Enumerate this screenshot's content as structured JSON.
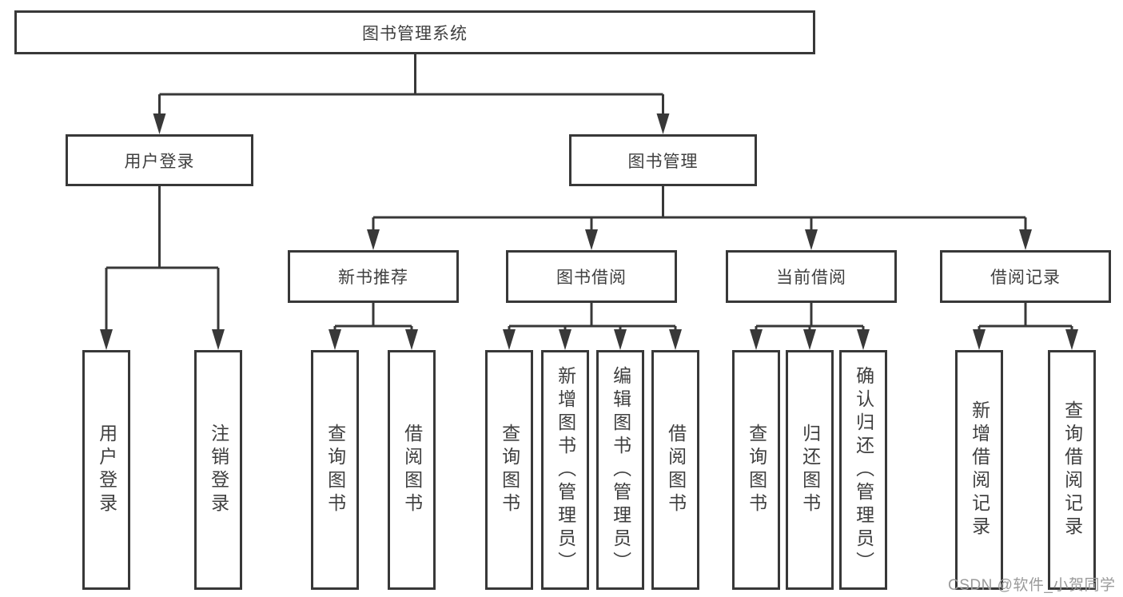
{
  "diagram": {
    "root": "图书管理系统",
    "level2": {
      "user_login": "用户登录",
      "book_management": "图书管理"
    },
    "level3": {
      "new_book_recommend": "新书推荐",
      "book_borrow": "图书借阅",
      "current_borrow": "当前借阅",
      "borrow_records": "借阅记录"
    },
    "leaves": {
      "user_login": [
        "用户登录",
        "注销登录"
      ],
      "new_book_recommend": [
        "查询图书",
        "借阅图书"
      ],
      "book_borrow": [
        "查询图书",
        "新增图书（管理员）",
        "编辑图书（管理员）",
        "借阅图书"
      ],
      "current_borrow": [
        "查询图书",
        "归还图书",
        "确认归还（管理员）"
      ],
      "borrow_records": [
        "新增借阅记录",
        "查询借阅记录"
      ]
    },
    "colors": {
      "line": "#383838",
      "text": "#3f3f3f",
      "node_background": "#ffffff",
      "page_background": "#ffffff",
      "watermark": "#9a9a9a"
    }
  },
  "watermark": {
    "text": "CSDN @软件_小贺同学"
  }
}
